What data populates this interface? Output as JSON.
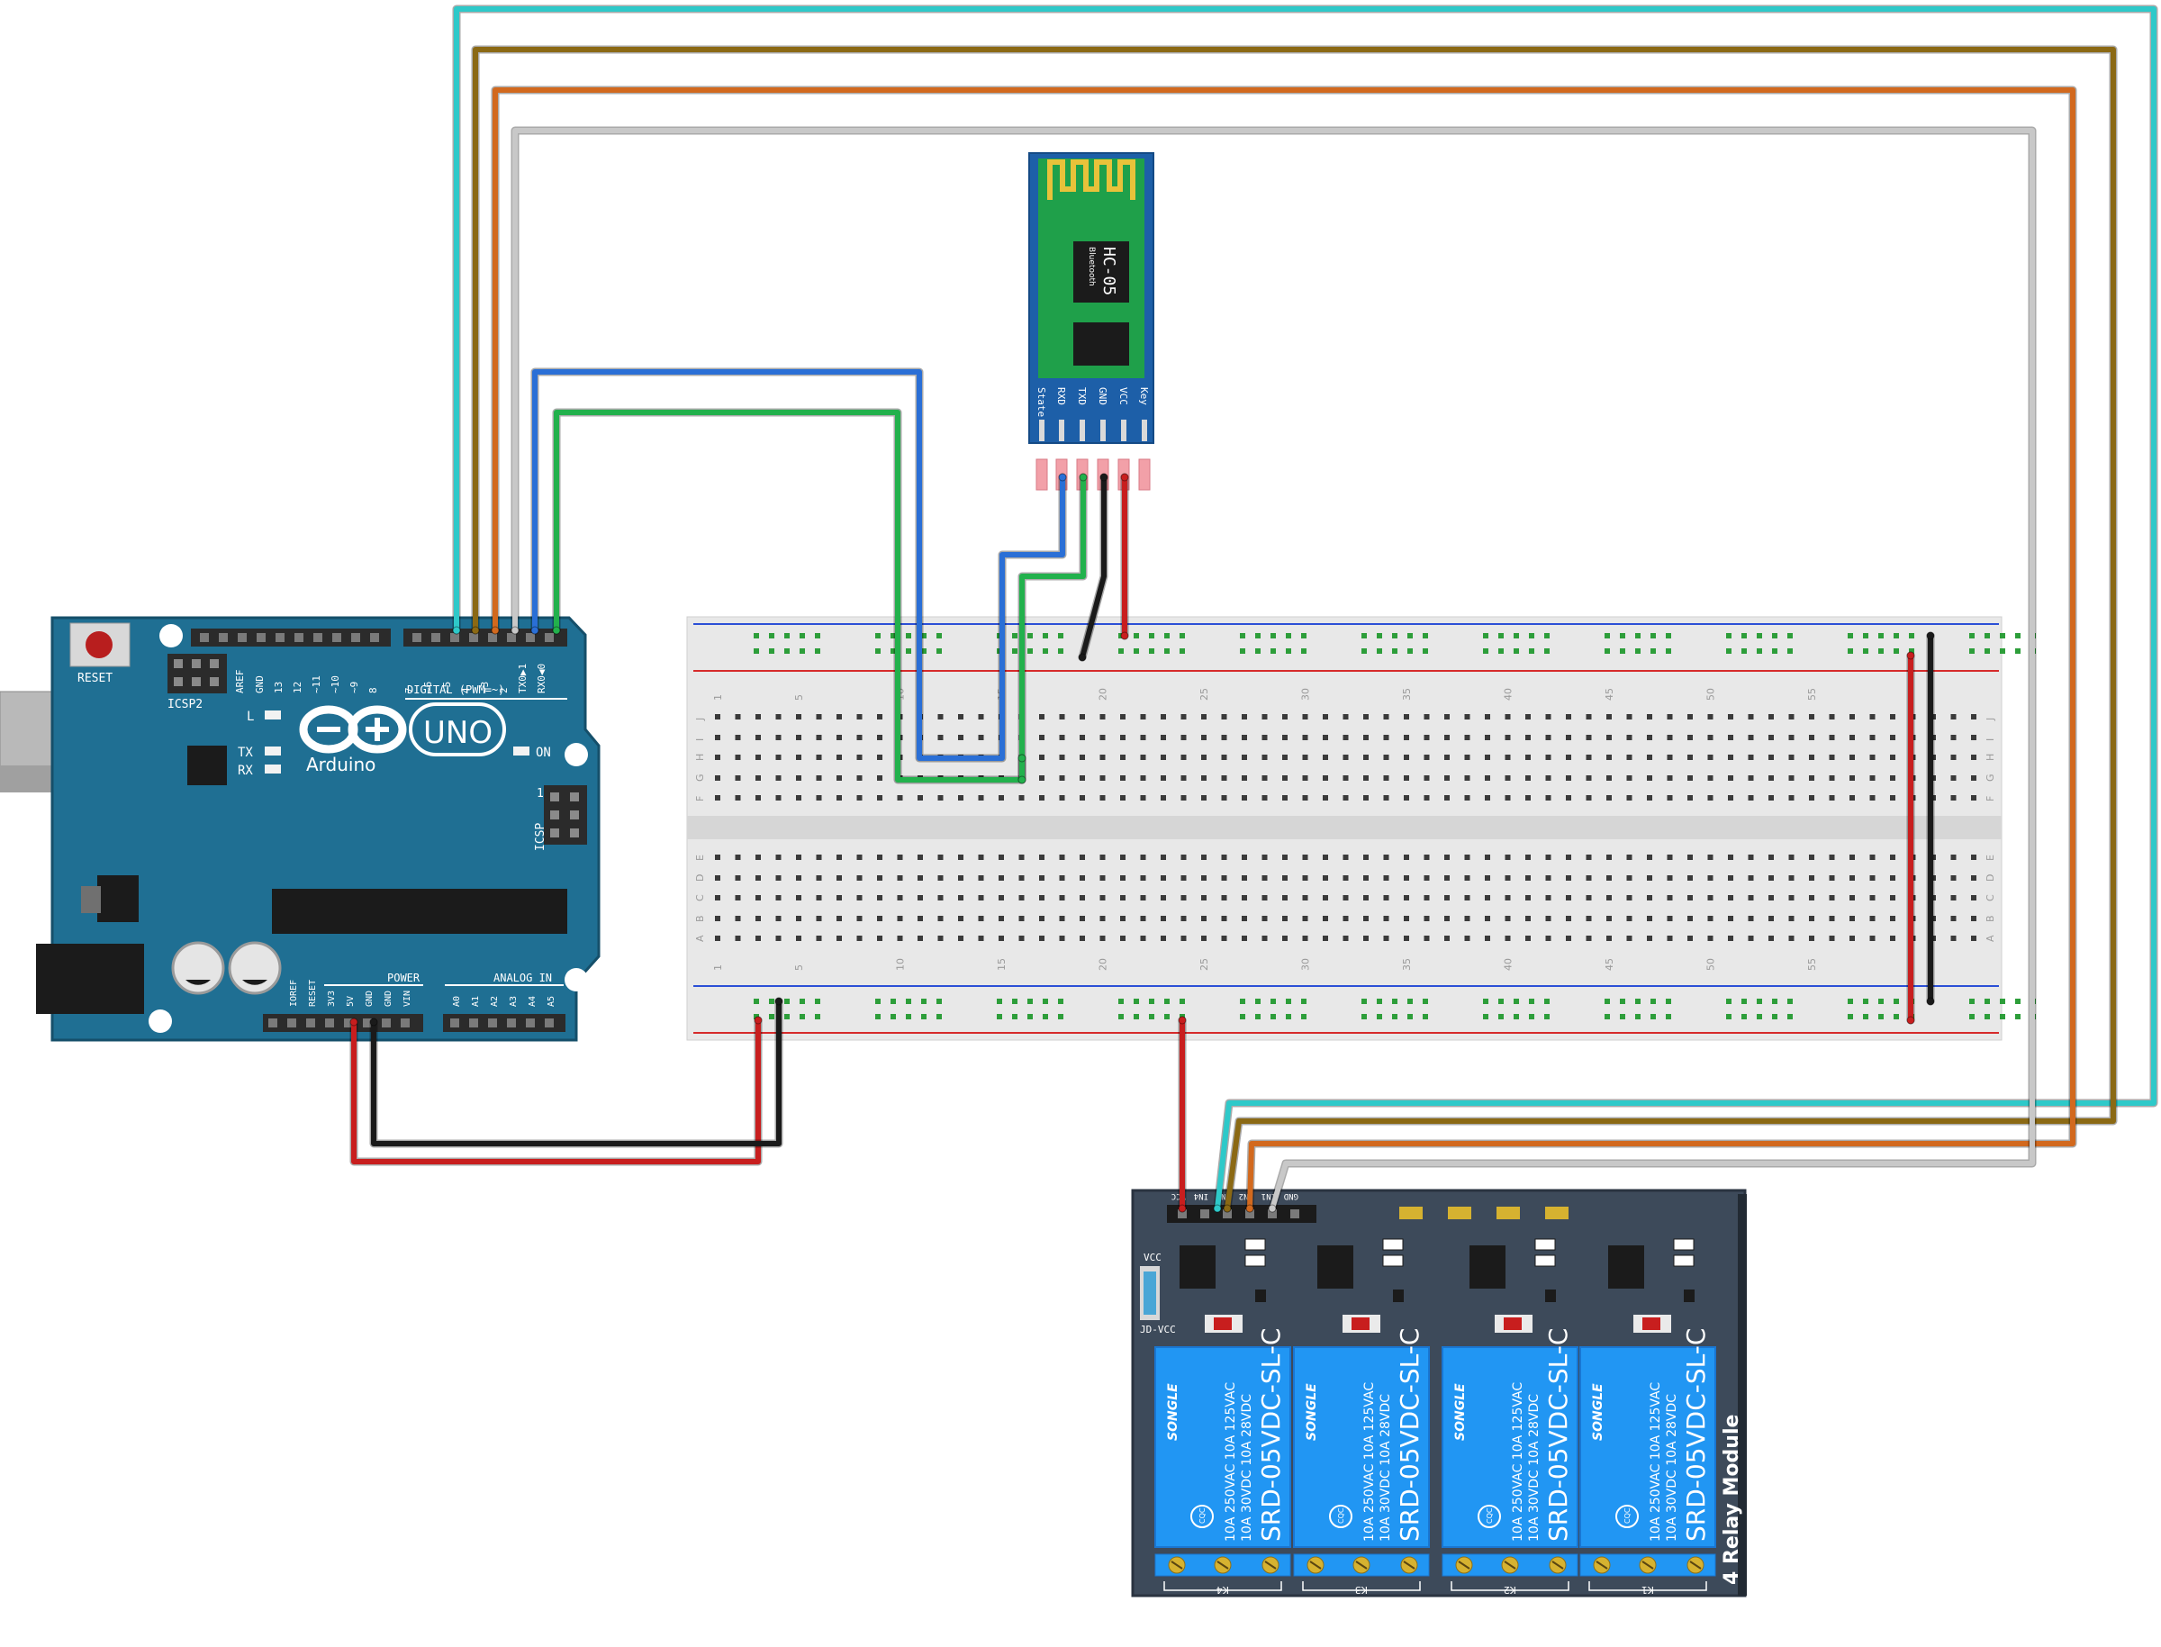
{
  "arduino": {
    "reset_label": "RESET",
    "icsp2_label": "ICSP2",
    "icsp_label": "ICSP",
    "icsp_one": "1",
    "digital_label": "DIGITAL (PWM=~)",
    "brand": "Arduino",
    "model": "UNO",
    "l_label": "L",
    "tx_label": "TX",
    "rx_label": "RX",
    "on_label": "ON",
    "power_label": "POWER",
    "analog_label": "ANALOG IN",
    "digital_pins": [
      "AREF",
      "GND",
      "13",
      "12",
      "~11",
      "~10",
      "~9",
      "8",
      "7",
      "~6",
      "~5",
      "4",
      "~3",
      "2",
      "TX0▶1",
      "RX0◀0"
    ],
    "power_pins": [
      "IOREF",
      "RESET",
      "3V3",
      "5V",
      "GND",
      "GND",
      "VIN"
    ],
    "analog_pins": [
      "A0",
      "A1",
      "A2",
      "A3",
      "A4",
      "A5"
    ]
  },
  "hc05": {
    "name": "HC-05",
    "subtitle": "Bluetooth",
    "pins": [
      "State",
      "RXD",
      "TXD",
      "GND",
      "VCC",
      "Key"
    ]
  },
  "breadboard": {
    "col_numbers": [
      "1",
      "5",
      "10",
      "15",
      "20",
      "25",
      "30",
      "35",
      "40",
      "45",
      "50",
      "55"
    ],
    "rows_top": [
      "J",
      "I",
      "H",
      "G",
      "F"
    ],
    "rows_bottom": [
      "E",
      "D",
      "C",
      "B",
      "A"
    ]
  },
  "relay": {
    "title": "4 Relay Module",
    "header_pins": [
      "VCC",
      "IN4",
      "IN3",
      "IN2",
      "IN1",
      "GND"
    ],
    "vcc_label": "VCC",
    "jdvcc_label": "JD-VCC",
    "relay_brand": "SONGLE",
    "relay_model": "SRD-05VDC-SL-C",
    "relay_spec1": "10A 250VAC 10A 125VAC",
    "relay_spec2": "10A 30VDC 10A 28VDC",
    "relay_cert": "CQC",
    "channels": [
      "K4",
      "K3",
      "K2",
      "K1"
    ]
  },
  "colors": {
    "arduino_board": "#1f6f93",
    "breadboard": "#e8e8e8",
    "hc05_board": "#1d5fa8",
    "relay_board": "#3d4a5a",
    "relay_body": "#2196f3",
    "wire_cyan": "#2ec9c9",
    "wire_brown": "#8b6914",
    "wire_orange": "#d2691e",
    "wire_white": "#c8c8c8",
    "wire_blue": "#2a6fd6",
    "wire_green": "#22b14c",
    "wire_red": "#c81e1e",
    "wire_black": "#1a1a1a"
  }
}
